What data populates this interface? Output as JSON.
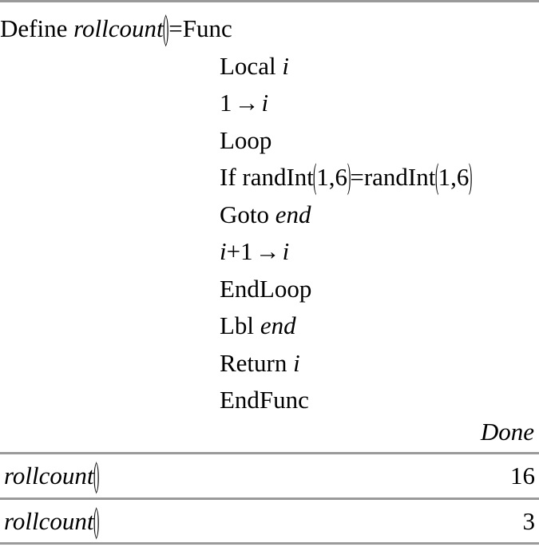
{
  "document": {
    "type": "calculator-worksheet",
    "background_color": "#ffffff",
    "rule_color": "#9a9a9a",
    "text_color": "#000000"
  },
  "program": {
    "lines": [
      {
        "indent": false,
        "tokens": [
          {
            "t": "kw",
            "v": "Define "
          },
          {
            "t": "var",
            "v": "rollcount"
          },
          {
            "t": "paren",
            "v": "("
          },
          {
            "t": "paren",
            "v": ")"
          },
          {
            "t": "eq",
            "v": "="
          },
          {
            "t": "kw",
            "v": "Func"
          }
        ],
        "plain": "Define rollcount()=Func"
      },
      {
        "indent": true,
        "tokens": [
          {
            "t": "kw",
            "v": "Local "
          },
          {
            "t": "var",
            "v": "i"
          }
        ],
        "plain": "Local i"
      },
      {
        "indent": true,
        "tokens": [
          {
            "t": "num",
            "v": "1"
          },
          {
            "t": "arrow",
            "v": "→"
          },
          {
            "t": "var",
            "v": "i"
          }
        ],
        "plain": "1→i"
      },
      {
        "indent": true,
        "tokens": [
          {
            "t": "kw",
            "v": "Loop"
          }
        ],
        "plain": "Loop"
      },
      {
        "indent": true,
        "tokens": [
          {
            "t": "kw",
            "v": "If randInt"
          },
          {
            "t": "paren",
            "v": "("
          },
          {
            "t": "num",
            "v": "1,6"
          },
          {
            "t": "paren",
            "v": ")"
          },
          {
            "t": "eq",
            "v": "="
          },
          {
            "t": "kw",
            "v": "randInt"
          },
          {
            "t": "paren",
            "v": "("
          },
          {
            "t": "num",
            "v": "1,6"
          },
          {
            "t": "paren",
            "v": ")"
          }
        ],
        "plain": "If randInt(1,6)=randInt(1,6)"
      },
      {
        "indent": true,
        "tokens": [
          {
            "t": "kw",
            "v": "Goto "
          },
          {
            "t": "var",
            "v": "end"
          }
        ],
        "plain": "Goto end"
      },
      {
        "indent": true,
        "tokens": [
          {
            "t": "var",
            "v": "i"
          },
          {
            "t": "op",
            "v": "+"
          },
          {
            "t": "num",
            "v": "1"
          },
          {
            "t": "arrow",
            "v": "→"
          },
          {
            "t": "var",
            "v": "i"
          }
        ],
        "plain": "i+1→i"
      },
      {
        "indent": true,
        "tokens": [
          {
            "t": "kw",
            "v": "EndLoop"
          }
        ],
        "plain": "EndLoop"
      },
      {
        "indent": true,
        "tokens": [
          {
            "t": "kw",
            "v": "Lbl "
          },
          {
            "t": "var",
            "v": "end"
          }
        ],
        "plain": "Lbl end"
      },
      {
        "indent": true,
        "tokens": [
          {
            "t": "kw",
            "v": "Return "
          },
          {
            "t": "var",
            "v": "i"
          }
        ],
        "plain": "Return i"
      },
      {
        "indent": true,
        "tokens": [
          {
            "t": "kw",
            "v": "EndFunc"
          }
        ],
        "plain": "EndFunc"
      }
    ],
    "result": "Done"
  },
  "evaluations": [
    {
      "expression_tokens": [
        {
          "t": "var",
          "v": "rollcount"
        },
        {
          "t": "paren",
          "v": "("
        },
        {
          "t": "paren",
          "v": ")"
        }
      ],
      "expression_plain": "rollcount()",
      "value": "16"
    },
    {
      "expression_tokens": [
        {
          "t": "var",
          "v": "rollcount"
        },
        {
          "t": "paren",
          "v": "("
        },
        {
          "t": "paren",
          "v": ")"
        }
      ],
      "expression_plain": "rollcount()",
      "value": "3"
    }
  ]
}
